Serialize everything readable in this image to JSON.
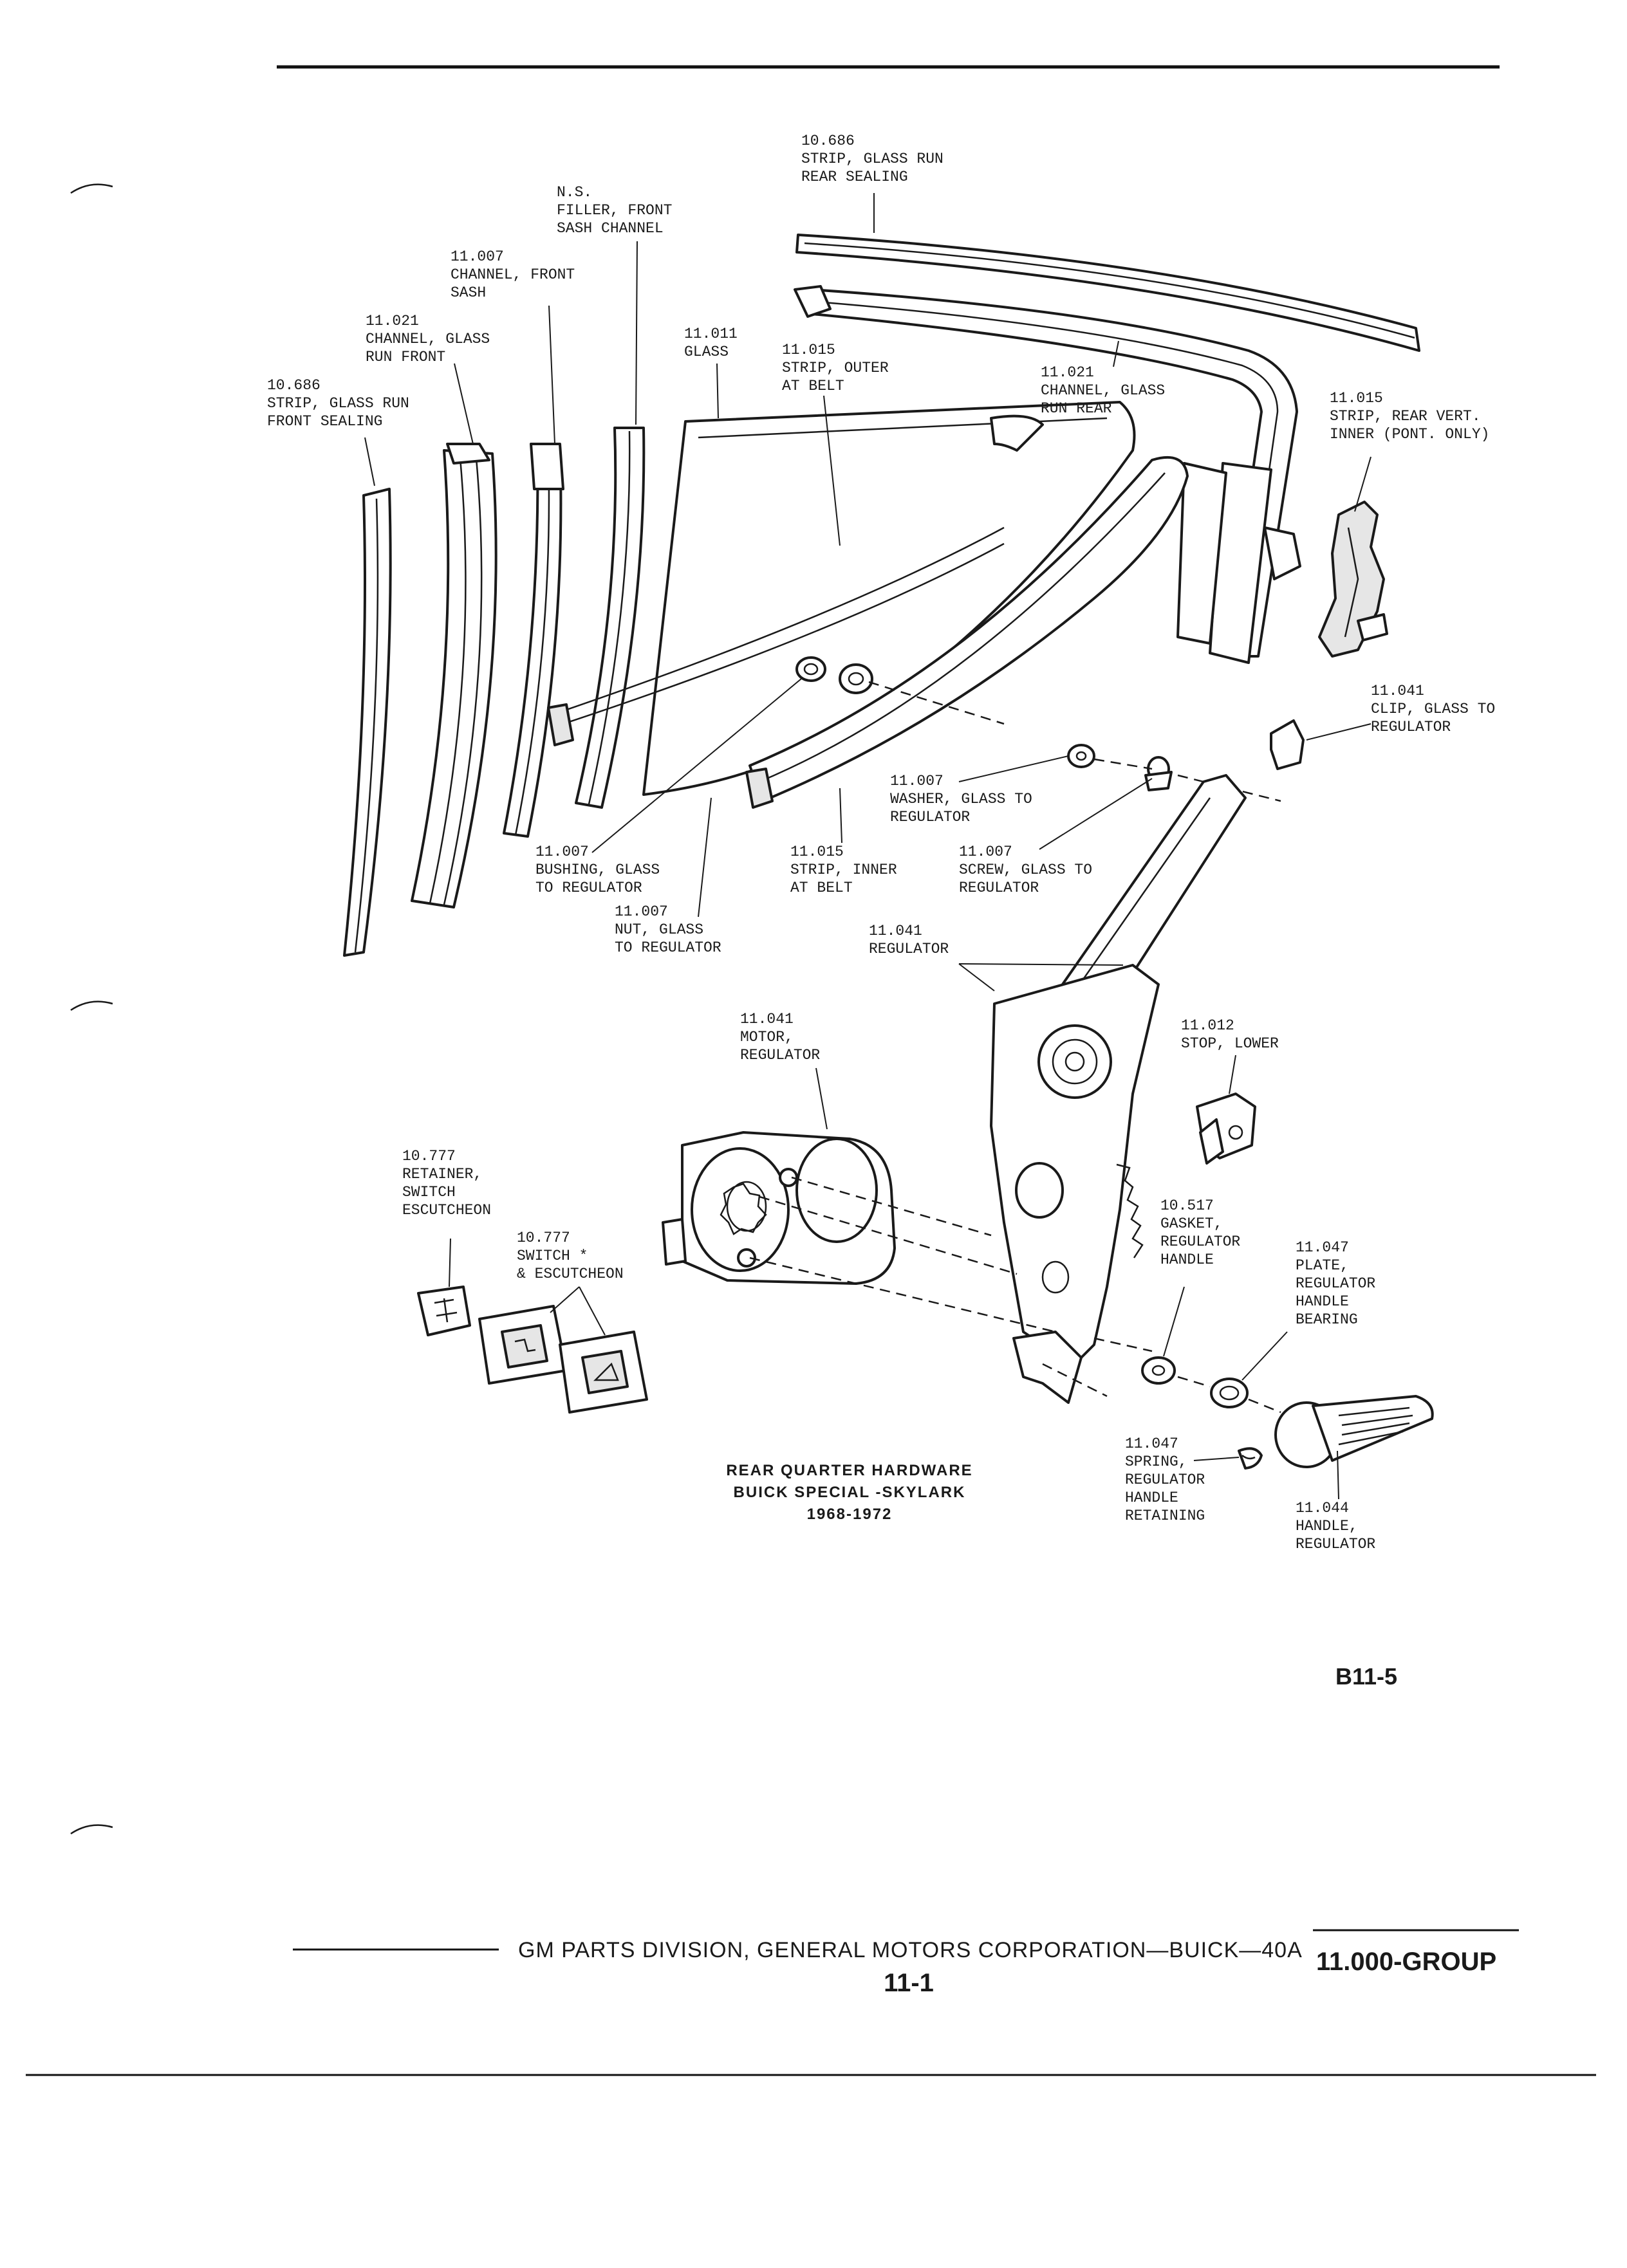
{
  "callouts": [
    {
      "id": "strip-glass-run-rear-sealing",
      "lines": [
        "10.686",
        "STRIP, GLASS RUN",
        "REAR SEALING"
      ]
    },
    {
      "id": "filler-front-sash-channel",
      "lines": [
        "N.S.",
        "FILLER, FRONT",
        "SASH CHANNEL"
      ]
    },
    {
      "id": "channel-front-sash",
      "lines": [
        "11.007",
        "CHANNEL, FRONT",
        "SASH"
      ]
    },
    {
      "id": "channel-glass-run-front",
      "lines": [
        "11.021",
        "CHANNEL, GLASS",
        "RUN FRONT"
      ]
    },
    {
      "id": "strip-glass-run-front-sealing",
      "lines": [
        "10.686",
        "STRIP, GLASS RUN",
        "FRONT SEALING"
      ]
    },
    {
      "id": "glass",
      "lines": [
        "11.011",
        "GLASS"
      ]
    },
    {
      "id": "strip-outer-at-belt",
      "lines": [
        "11.015",
        "STRIP, OUTER",
        "AT BELT"
      ]
    },
    {
      "id": "channel-glass-run-rear",
      "lines": [
        "11.021",
        "CHANNEL, GLASS",
        "RUN REAR"
      ]
    },
    {
      "id": "strip-rear-vert-inner",
      "lines": [
        "11.015",
        "STRIP, REAR VERT.",
        "INNER (PONT. ONLY)"
      ]
    },
    {
      "id": "clip-glass-to-regulator",
      "lines": [
        "11.041",
        "CLIP, GLASS TO",
        "REGULATOR"
      ]
    },
    {
      "id": "washer-glass-to-regulator",
      "lines": [
        "11.007",
        "WASHER, GLASS TO",
        "REGULATOR"
      ]
    },
    {
      "id": "bushing-glass-to-regulator",
      "lines": [
        "11.007",
        "BUSHING, GLASS",
        "TO REGULATOR"
      ]
    },
    {
      "id": "strip-inner-at-belt",
      "lines": [
        "11.015",
        "STRIP, INNER",
        "AT BELT"
      ]
    },
    {
      "id": "screw-glass-to-regulator",
      "lines": [
        "11.007",
        "SCREW, GLASS TO",
        "REGULATOR"
      ]
    },
    {
      "id": "nut-glass-to-regulator",
      "lines": [
        "11.007",
        "NUT, GLASS",
        "TO REGULATOR"
      ]
    },
    {
      "id": "regulator",
      "lines": [
        "11.041",
        "REGULATOR"
      ]
    },
    {
      "id": "motor-regulator",
      "lines": [
        "11.041",
        "MOTOR,",
        "REGULATOR"
      ]
    },
    {
      "id": "stop-lower",
      "lines": [
        "11.012",
        "STOP, LOWER"
      ]
    },
    {
      "id": "retainer-switch-escutcheon",
      "lines": [
        "10.777",
        "RETAINER,",
        "SWITCH",
        "ESCUTCHEON"
      ]
    },
    {
      "id": "switch-and-escutcheon",
      "lines": [
        "10.777",
        "SWITCH *",
        "& ESCUTCHEON"
      ]
    },
    {
      "id": "gasket-regulator-handle",
      "lines": [
        "10.517",
        "GASKET,",
        "REGULATOR",
        "HANDLE"
      ]
    },
    {
      "id": "plate-regulator-handle-bearing",
      "lines": [
        "11.047",
        "PLATE,",
        "REGULATOR",
        "HANDLE",
        "BEARING"
      ]
    },
    {
      "id": "spring-regulator-handle-retaining",
      "lines": [
        "11.047",
        "SPRING,",
        "REGULATOR",
        "HANDLE",
        "RETAINING"
      ]
    },
    {
      "id": "handle-regulator",
      "lines": [
        "11.044",
        "HANDLE,",
        "REGULATOR"
      ]
    }
  ],
  "caption": [
    "REAR QUARTER HARDWARE",
    "BUICK SPECIAL -SKYLARK",
    "1968-1972"
  ],
  "figure_code": "B11-5",
  "footer": {
    "division": "GM PARTS DIVISION, GENERAL MOTORS CORPORATION—BUICK—40A",
    "page": "11-1",
    "group": "11.000-GROUP"
  }
}
